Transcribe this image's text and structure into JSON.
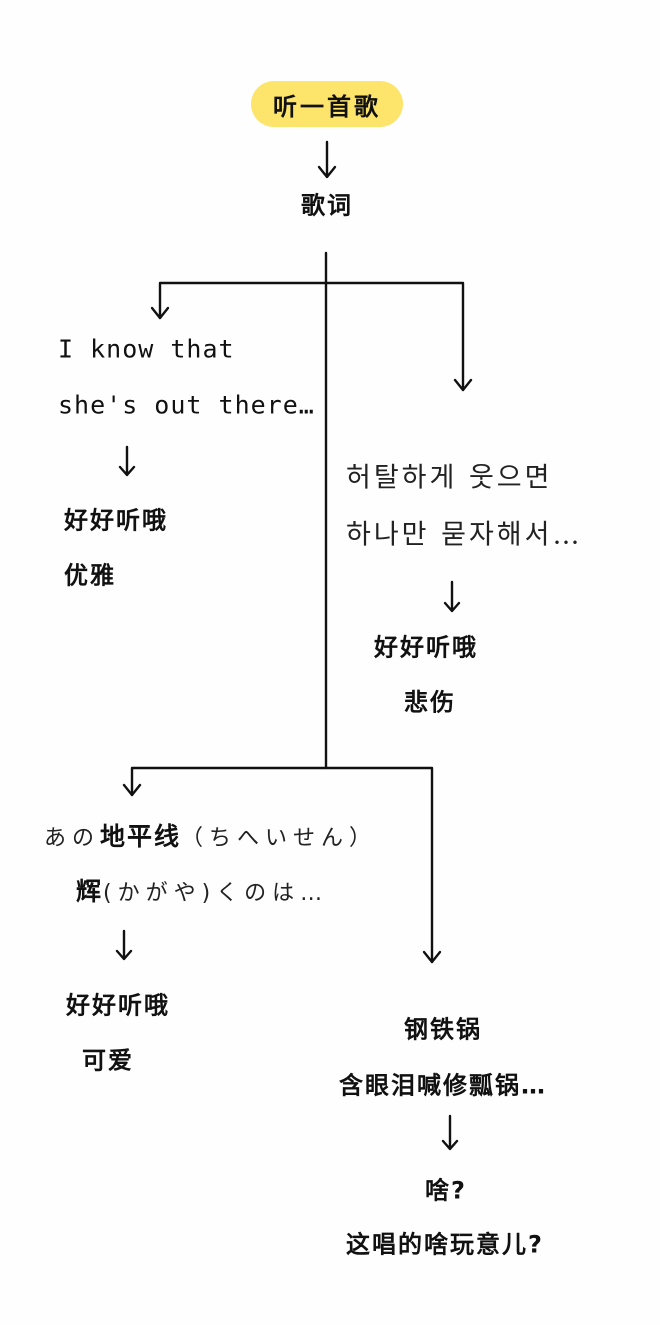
{
  "root": {
    "title": "听一首歌",
    "color": "#fde46b"
  },
  "lyrics_label": "歌词",
  "branch_english": {
    "lines": [
      "I know that",
      "she's out there…"
    ],
    "reaction": [
      "好好听哦",
      "优雅"
    ]
  },
  "branch_korean": {
    "lines": [
      "허탈하게 웃으면",
      "하나만 묻자해서…"
    ],
    "reaction": [
      "好好听哦",
      "悲伤"
    ]
  },
  "branch_japanese": {
    "line1_kana": "あの",
    "line1_kanji": "地平线",
    "line1_reading": "（ちへいせん）",
    "line2_kanji": "辉",
    "line2_rest": "(かがや)くのは…",
    "reaction": [
      "好好听哦",
      "可爱"
    ]
  },
  "branch_chinese": {
    "lines": [
      "钢铁锅",
      "含眼泪喊修瓢锅…"
    ],
    "reaction": [
      "啥?",
      "这唱的啥玩意儿?"
    ]
  }
}
